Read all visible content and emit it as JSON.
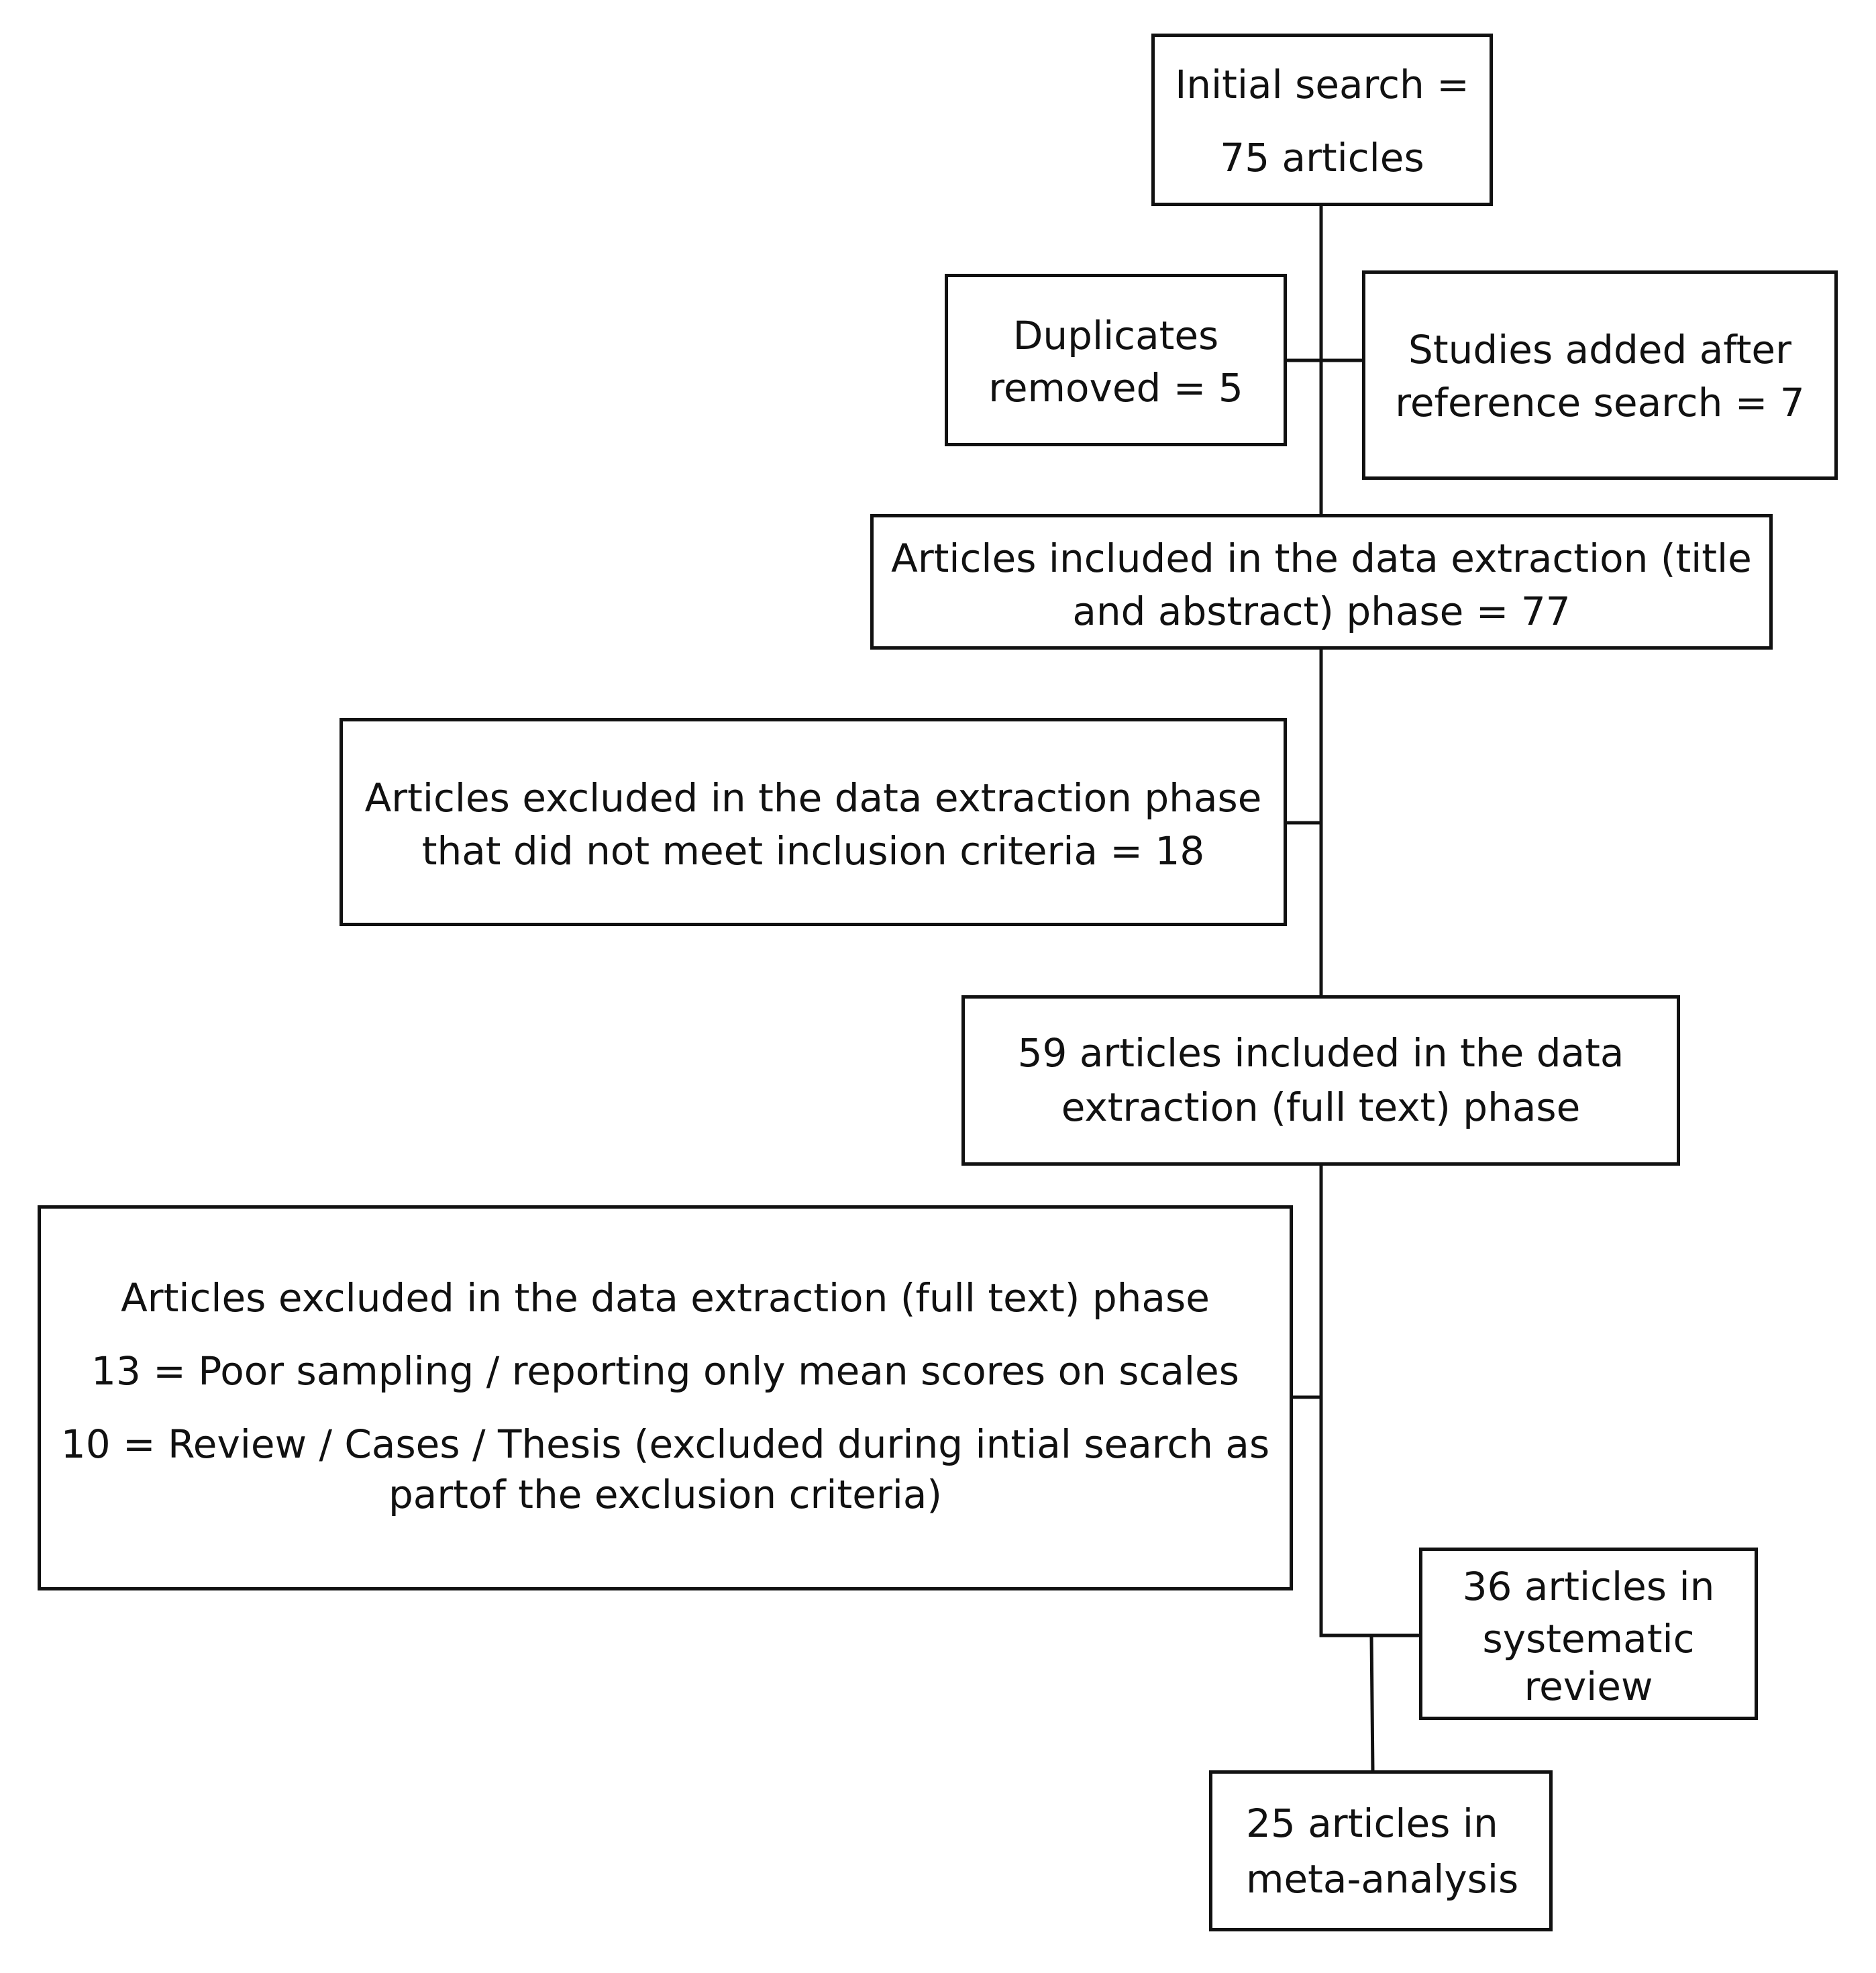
{
  "diagram": {
    "initial_search": {
      "line1": "Initial search =",
      "line2": "75 articles"
    },
    "duplicates": {
      "line1": "Duplicates",
      "line2": "removed = 5"
    },
    "added": {
      "line1": "Studies added after",
      "line2": "reference search = 7"
    },
    "title_abstract": {
      "line1": "Articles included in the data extraction (title",
      "line2": "and abstract) phase = 77"
    },
    "excluded_criteria": {
      "line1": "Articles excluded in the data extraction phase",
      "line2": "that did not meet inclusion criteria = 18"
    },
    "full_text": {
      "line1": "59 articles included in the data",
      "line2": "extraction (full text) phase"
    },
    "excluded_full_text": {
      "line1": "Articles excluded in the data extraction (full text) phase",
      "line2": "13 = Poor sampling / reporting only mean scores on scales",
      "line3": "10 = Review / Cases / Thesis (excluded during intial search as",
      "line4": "partof the exclusion criteria)"
    },
    "systematic_review": {
      "line1": "36 articles in",
      "line2": "systematic",
      "line3": "review"
    },
    "meta_analysis": {
      "line1": "25 articles in",
      "line2": "meta-analysis"
    }
  }
}
